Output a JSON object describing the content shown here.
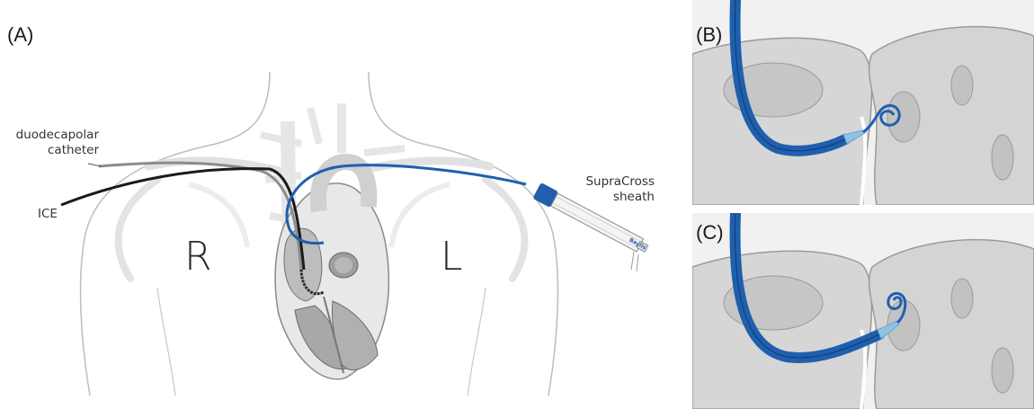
{
  "panels": {
    "a": {
      "label": "(A)"
    },
    "b": {
      "label": "(B)"
    },
    "c": {
      "label": "(C)"
    }
  },
  "labels": {
    "right_side": "R",
    "left_side": "L",
    "duodecapolar_line1": "duodecapolar",
    "duodecapolar_line2": "catheter",
    "ice": "ICE",
    "sheath_line1": "SupraCross",
    "sheath_line2": "sheath",
    "brand": "Baylis"
  },
  "colors": {
    "sheath_blue": "#1f5fae",
    "tip_blue": "#8fc3e6",
    "tissue_gray": "#dcdcdc",
    "panel_bg": "#d9d9d9",
    "outline": "#9a9a9a"
  }
}
